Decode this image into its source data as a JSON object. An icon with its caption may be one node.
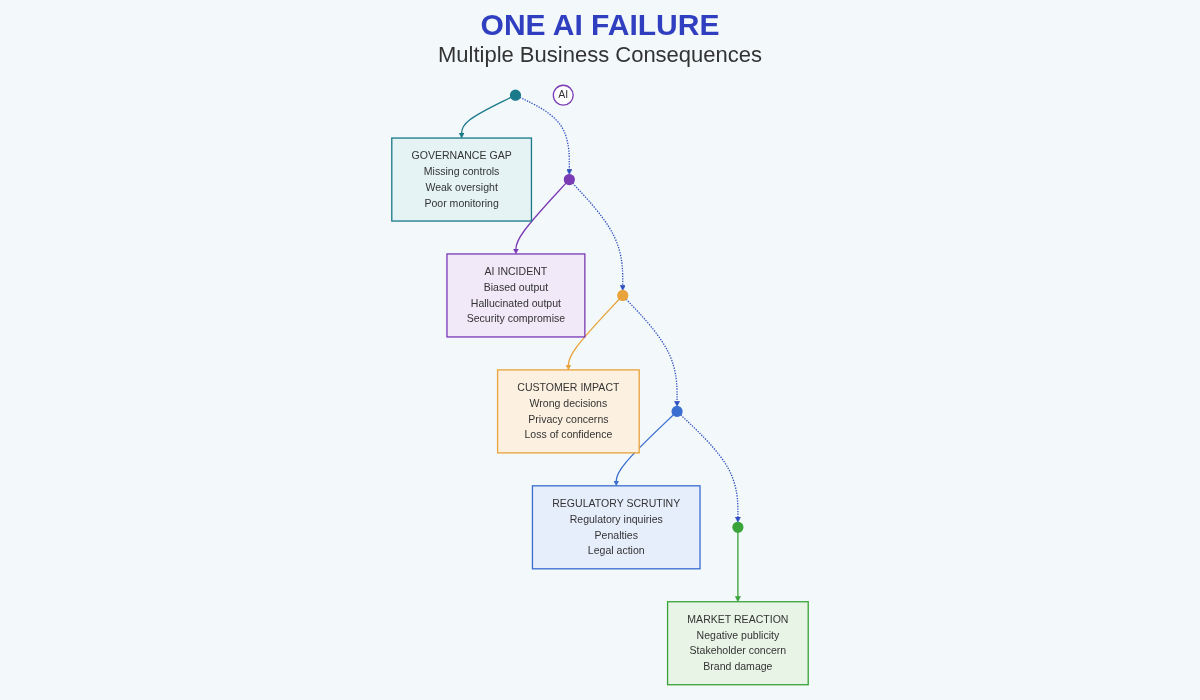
{
  "diagram": {
    "title": "ONE AI FAILURE",
    "nodes": [
      {
        "text": [
          "GOVERNANCE GAP",
          "Missing controls",
          "Weak oversight",
          "Poor monitoring"
        ]
      },
      {
        "text": [
          "MARKET REACTION",
          "Negative publicity",
          "Stakeholder concern",
          "Brand damage"
        ]
      },
      {
        "text": [
          "AI INCIDENT",
          "Biased output",
          "Hallucinated output",
          "Security compromise"
        ]
      },
      {
        "text": [
          "REGULATORY SCRUTINY",
          "Regulatory inquiries",
          "Penalties",
          "Legal action"
        ]
      },
      {
        "text": [
          "CUSTOMER IMPACT",
          "Wrong decisions",
          "Privacy concerns",
          "Loss of confidence"
        ]
      },
      {
        "text": [],
        "shape": "circle"
      },
      {
        "text": [],
        "shape": "circle"
      },
      {
        "text": [
          "AI"
        ]
      },
      {
        "text": [],
        "shape": "circle"
      },
      {
        "text": [],
        "shape": "circle"
      },
      {
        "text": [],
        "shape": "circle"
      }
    ],
    "edges": [
      {
        "from": 5,
        "to": 0,
        "arrow": "to",
        "color": "#1b7a8a"
      },
      {
        "from": 5,
        "to": 8,
        "arrow": "to",
        "style": "dashed",
        "color": "#2f4fc0"
      },
      {
        "from": 8,
        "to": 2,
        "arrow": "to",
        "color": "#7a3bb5"
      },
      {
        "from": 8,
        "to": 10,
        "arrow": "to",
        "style": "dashed",
        "color": "#2f4fc0"
      },
      {
        "from": 10,
        "to": 4,
        "arrow": "to",
        "color": "#e8a33a"
      },
      {
        "from": 10,
        "to": 9,
        "arrow": "to",
        "style": "dashed",
        "color": "#2f4fc0"
      },
      {
        "from": 9,
        "to": 3,
        "arrow": "to",
        "color": "#3a6fd1"
      },
      {
        "from": 9,
        "to": 6,
        "arrow": "to",
        "style": "dashed",
        "color": "#2f4fc0"
      },
      {
        "from": 6,
        "to": 1,
        "arrow": "to",
        "color": "#3aa33a"
      }
    ],
    "labels": [
      "Multiple Business Consequences"
    ]
  }
}
